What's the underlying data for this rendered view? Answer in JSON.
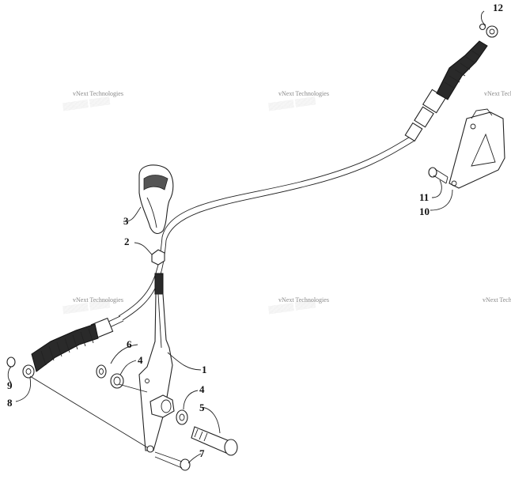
{
  "watermark": "vNext Technologies",
  "callouts": [
    {
      "id": "c1",
      "label": "1"
    },
    {
      "id": "c2",
      "label": "2"
    },
    {
      "id": "c3",
      "label": "3"
    },
    {
      "id": "c4a",
      "label": "4"
    },
    {
      "id": "c4b",
      "label": "4"
    },
    {
      "id": "c5",
      "label": "5"
    },
    {
      "id": "c6",
      "label": "6"
    },
    {
      "id": "c7",
      "label": "7"
    },
    {
      "id": "c8",
      "label": "8"
    },
    {
      "id": "c9",
      "label": "9"
    },
    {
      "id": "c10",
      "label": "10"
    },
    {
      "id": "c11",
      "label": "11"
    },
    {
      "id": "c12",
      "label": "12"
    }
  ]
}
